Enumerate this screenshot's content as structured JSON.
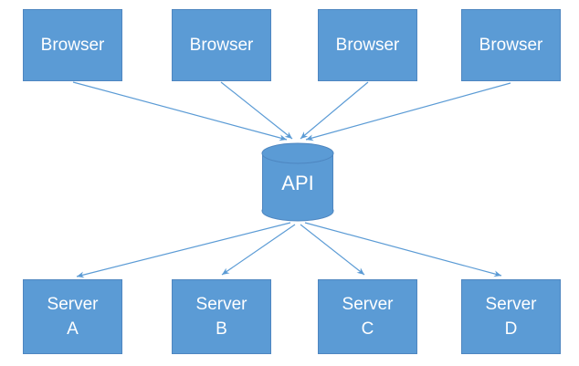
{
  "diagram": {
    "colors": {
      "node_fill": "#5b9bd5",
      "node_border": "#4e86c0",
      "connector": "#5b9bd5",
      "label_text": "#ffffff",
      "background": "#ffffff"
    },
    "browsers": [
      {
        "label": "Browser"
      },
      {
        "label": "Browser"
      },
      {
        "label": "Browser"
      },
      {
        "label": "Browser"
      }
    ],
    "api": {
      "label": "API",
      "shape": "cylinder"
    },
    "servers": [
      {
        "line1": "Server",
        "line2": "A"
      },
      {
        "line1": "Server",
        "line2": "B"
      },
      {
        "line1": "Server",
        "line2": "C"
      },
      {
        "line1": "Server",
        "line2": "D"
      }
    ],
    "edges": [
      {
        "from": "browser-1",
        "to": "api"
      },
      {
        "from": "browser-2",
        "to": "api"
      },
      {
        "from": "browser-3",
        "to": "api"
      },
      {
        "from": "browser-4",
        "to": "api"
      },
      {
        "from": "api",
        "to": "server-a"
      },
      {
        "from": "api",
        "to": "server-b"
      },
      {
        "from": "api",
        "to": "server-c"
      },
      {
        "from": "api",
        "to": "server-d"
      }
    ]
  }
}
